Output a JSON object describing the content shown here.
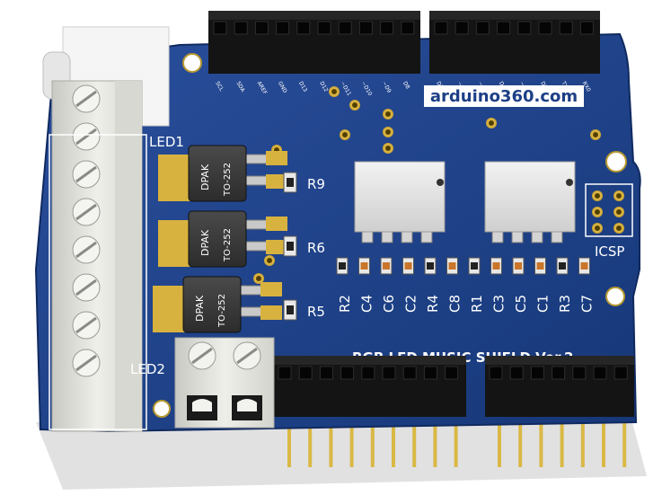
{
  "board": {
    "website": "arduino360.com",
    "shield_title": "RGB LED MUSIC SHIELD Ver.2",
    "led1_label": "LED1",
    "led2_label": "LED2",
    "icsp_label": "ICSP",
    "transistors": [
      {
        "package": "DPAK",
        "type": "TO-252"
      },
      {
        "package": "DPAK",
        "type": "TO-252"
      },
      {
        "package": "DPAK",
        "type": "TO-252"
      }
    ],
    "gate_resistors": [
      "R9",
      "R6",
      "R5"
    ],
    "bottom_components": [
      "R2",
      "C4",
      "C6",
      "C2",
      "R4",
      "C8",
      "R1",
      "C3",
      "C5",
      "C1",
      "R3",
      "C7"
    ],
    "header_pins_left": [
      "SCL",
      "SDA",
      "AREF",
      "GND",
      "D13",
      "D12",
      "~D11",
      "~D10",
      "~D9",
      "D8"
    ],
    "header_pins_right": [
      "D7",
      "~D6",
      "~D5",
      "D4",
      "~D3",
      "D2",
      "TX1",
      "RX0"
    ]
  },
  "colors": {
    "pcb": "#1d3f86",
    "pcb_edge": "#14306d",
    "silk": "#ffffff",
    "pad_gold": "#d8b23f",
    "header_black": "#141414",
    "pin_gold": "#d9b845",
    "terminal": "#e6e6e1"
  }
}
